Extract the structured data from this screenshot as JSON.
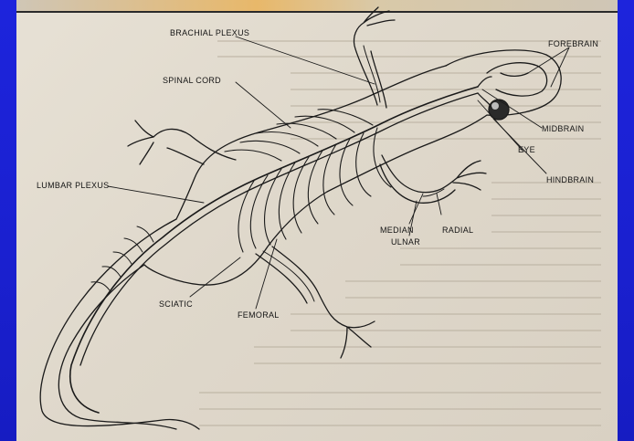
{
  "labels": {
    "brachial_plexus": "BRACHIAL PLEXUS",
    "spinal_cord": "SPINAL CORD",
    "forebrain": "FOREBRAIN",
    "midbrain": "MIDBRAIN",
    "eye": "EYE",
    "hindbrain": "HINDBRAIN",
    "lumbar_plexus": "LUMBAR PLEXUS",
    "median": "MEDIAN",
    "radial": "RADIAL",
    "ulnar": "ULNAR",
    "sciatic": "SCIATIC",
    "femoral": "FEMORAL"
  },
  "colors": {
    "background": "#1b22d6",
    "paper": "#e3ddd0",
    "ink": "#141414"
  }
}
